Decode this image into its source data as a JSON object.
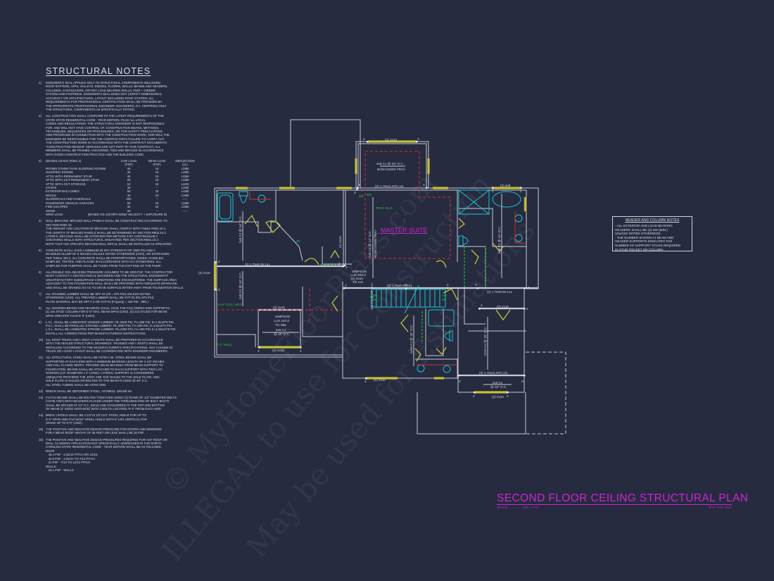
{
  "watermark": {
    "line1": "© MyHomeFloorPlans.com",
    "line2": "ILLEGAL to use for Construction",
    "line3": "May be used for Estimations"
  },
  "structural_notes": {
    "title": "STRUCTURAL NOTES",
    "notes": [
      {
        "num": "1)",
        "lines": [
          "ENGINEER'S SEAL APPLIES ONLY TO STRUCTURAL COMPONENTS INCLUDING",
          "ROOF RAFTERS, HIPS, VALLEYS, RIDGES, FLOORS, WALLS, BEAMS AND HEADERS,",
          "COLUMNS, CANTILEVERS, OFFSET LOAD BEARING WALLS, PIER + GIRDER",
          "SYSTEM AND FOOTINGS. ENGINEER'S SEAL DOES NOT CERTIFY DIMENSIONAL",
          "ACCURACY OR ARCHITECTURAL LAYOUT INCLUDING ROOF SYSTEM. ALL",
          "REQUIREMENTS FOR PROFESSIONAL CERTIFICATION SHALL BE PROVIDED BY",
          "THE APPROPRIATE PROFESSIONAL ENGINEER. ENGINEERS, P.A. CERTIFIES ONLY",
          "THE STRUCTURAL COMPONENTS AS SPECIFICALLY STATED."
        ]
      },
      {
        "num": "2)",
        "lines": [
          "ALL CONSTRUCTION SHALL CONFORM TO THE LATEST REQUIREMENTS OF THE",
          "STATE STATE RESIDENTIAL CODE - YEAR EDITION, PLUS ALL LOCAL",
          "CODES AND REGULATIONS. THE STRUCTURAL ENGINEER IS NOT RESPONSIBLE",
          "FOR, AND WILL NOT HAVE CONTROL OF, CONSTRUCTION MEANS, METHODS,",
          "TECHNIQUES, SEQUENCES OR PROCEDURES, OR FOR SAFETY PRECAUTIONS",
          "AND PROGRAMS IN CONNECTION WITH THE CONSTRUCTION WORK, NOR WILL THE",
          "ENGINEER BE RESPONSIBLE FOR THE CONTRACTOR'S FAILURE TO CARRY OUT",
          "THE CONSTRUCTION WORK IN ACCORDANCE WITH THE CONTRACT DOCUMENTS.",
          "\"CONSTRUCTION REVIEW\" SERVICES ARE NOT PART OF OUR CONTRACT. ALL",
          "MEMBERS SHALL BE FRAMED, ANCHORED, TIED AND BRACED IN ACCORDANCE",
          "WITH GOOD CONSTRUCTION PRACTICE AND THE BUILDING CODE."
        ]
      }
    ],
    "design_loads": {
      "num": "3)",
      "title": "DESIGN LOADS (R301.4)",
      "headers": [
        "LIVE LOAD",
        "DEAD LOAD",
        "DEFLECTION"
      ],
      "units": [
        "(PSF)",
        "(PSF)",
        "(LL)"
      ],
      "rows": [
        [
          "ROOMS OTHER THAN SLEEPING ROOMS",
          "40",
          "10",
          "L/360"
        ],
        [
          "SLEEPING ROOMS",
          "30",
          "10",
          "L/360"
        ],
        [
          "ATTIC WITH PERMANENT STAIR",
          "40",
          "10",
          "L/360"
        ],
        [
          "ATTIC WITH OUT PERMANENT STAIR",
          "20",
          "10",
          "L/360"
        ],
        [
          "ATTIC WITH OUT STORAGE",
          "10",
          "10",
          "L/240"
        ],
        [
          "STAIRS",
          "40",
          "--",
          "L/360"
        ],
        [
          "EXTERIOR BALCONIES",
          "60",
          "10",
          "L/360"
        ],
        [
          "DECKS",
          "40",
          "10",
          "L/360"
        ],
        [
          "GUARDRAILS AND HANDRAILS",
          "200",
          "--",
          "-----"
        ],
        [
          "PASSENGER VEHICLE GARAGES",
          "50",
          "10",
          "L/360"
        ],
        [
          "FIRE ESCAPES",
          "40",
          "10",
          "L/360"
        ],
        [
          "SNOW",
          "20",
          "--",
          "-----"
        ]
      ],
      "wind_label": "WIND LOAD",
      "wind_value": "(BASED ON 130 MPH WIND VELOCITY + EXPOSURE B)"
    },
    "notes_after": [
      {
        "num": "4)",
        "lines": [
          "WALL BRACING: BRACED WALL PANELS SHALL BE CONSTRUCTED ACCORDING TO",
          "SECTION R602.10.",
          "THE AMOUNT AND LOCATION OF BRACING SHALL COMPLY WITH TABLE R602.10.1.",
          "THE LENGTH OF BRACED PANELS SHALL BE DETERMINED BY SECTION R602.10.4.",
          "LATERAL BRACING SHALL BE SATISFIED PER METHOD 3 BY CONTINUOUSLY",
          "SHEATHING WALLS WITH STRUCTURAL SHEATHING PER SECTION R602.10.3.",
          "NOTE THAT ANY SPECIFIC BRACED WALL DETAIL SHALL BE INSTALLED AS SPECIFIED."
        ]
      },
      {
        "num": "5)",
        "lines": [
          "CONCRETE SHALL HAVE A MINIMUM 28 DAY STRENGTH OF 3000 PSI AND A",
          "MAXIMUM SLUMP OF 5 INCHES UNLESS NOTED OTHERWISE (UNO). AIR ENTRAINED",
          "PER TABLE 402.2. ALL CONCRETE SHALL BE PROPORTIONED, MIXED, HANDLED,",
          "SAMPLED, TESTED, AND PLACED IN ACCORDANCE WITH ACI STANDARDS. ALL",
          "SAMPLES FOR PUMPING SHALL BE TAKEN FROM THE EXIT END OF THE PUMP."
        ]
      },
      {
        "num": "6)",
        "lines": [
          "ALLOWABLE SOIL BEARING PRESSURE ASSUMED TO BE 2000 PSF. THE CONTRACTOR",
          "MUST CONTACT A GEOTECHNICAL ENGINEER AND THE STRUCTURAL ENGINEER IF",
          "UNSATISFACTORY SUBSURFACE CONDITIONS ARE ENCOUNTERED. THE SURFACE AREA",
          "ADJACENT TO THE FOUNDATION WALL SHALL BE PROVIDED WITH ADEQUATE DRAINAGE,",
          "AND SHALL BE GRADED SO AS TO DRAIN SURFACE WATER AWAY FROM FOUNDATION WALLS."
        ]
      },
      {
        "num": "7)",
        "lines": [
          "ALL FRAMING LUMBER SHALL BE SPF #2 (Fb = 875 PSI) UNLESS NOTED",
          "OTHERWISE (UNO). ALL TREATED LUMBER SHALL BE SYP #2 (Fb=975 PSI).",
          "PLATE MATERIAL MAY BE SPF # 3 OR SYP #3 (Fc(perp) = 425 PSI - MIN.)"
        ]
      },
      {
        "num": "8)",
        "lines": [
          "ALL WOODEN BEAMS AND HEADERS SHALL HAVE THE FOLLOWING END SUPPORTS:",
          "(1) 2x4 STUD COLUMN FOR 6'-0\" MAX. BEAM SPAN (UNO). (2) 2x4 STUDS FOR BEAM",
          "SPAN GREATER THAN 6'-0\" (UNO)."
        ]
      },
      {
        "num": "9)",
        "lines": [
          "L.V.L. SHALL BE LAMINATED VENEER LUMBER: Fb=2600 PSI, Fv=285 PSI, E=1.9x10^6 PSI.",
          "P.S.L. SHALL BE PARALLEL STRAND LUMBER: Fb=2900 PSI, Fv=290 PSI, E=2.0x10^6 PSI.",
          "L.S.L. SHALL BE LAMINATED STRAND LUMBER: Fb=2250 PSI, Fv=400 PSI, E=1.55x10^6 PSI.",
          "INSTALL ALL CONNECTIONS PER MANUFACTURERS INSTRUCTIONS."
        ]
      },
      {
        "num": "10)",
        "lines": [
          "ALL ROOF TRUSS AND I-JOIST LAYOUTS SHALL BE PREPARED IN ACCORDANCE",
          "WITH THE SEALED STRUCTURAL DRAWINGS. TRUSSES AND I-JOISTS SHALL BE",
          "INSTALLED ACCORDING TO THE MANUFACTURER'S SPECIFICATIONS. ANY CHANGE IN",
          "TRUSS OR I-JOIST LAYOUT SHALL BE COORDINATED WITH ENGINEER ENGINEERS."
        ]
      },
      {
        "num": "11)",
        "lines": [
          "ALL STRUCTURAL STEEL SHALL BE ASTM A-36. STEEL BEAMS SHALL BE",
          "SUPPORTED AT EACH END WITH A MINIMUM BEARING LENGTH OF 3 1/2\" INCHES",
          "AND FULL FLANGE WIDTH. PROVIDE SOLID BEARING FROM BEAM SUPPORT TO",
          "FOUNDATION. BEAMS SHALL BE ATTACHED TO EACH SUPPORT WITH TWO LAG",
          "SCREWS (1/2\" DIAMETER x 4\" LONG). LATERAL SUPPORT IS CONSIDERED",
          "ADEQUATE PROVIDED THE JOIST ARE TOE NAILED TO THE SOLE PLATE, AND",
          "SOLE PLATE IS NAILED OR BOLTED TO THE BEAM FLANGE @ 48\" O.C..",
          "ALL STEEL TUBING SHALL BE ASTM A500."
        ]
      },
      {
        "num": "12)",
        "lines": [
          "REBAR SHALL BE DEFORMED STEEL, ASTM615, GRADE 60."
        ]
      },
      {
        "num": "13)",
        "lines": [
          "FLITCH BEAMS SHALL BE BOLTED TOGETHER USING (2) ROWS OF 1/2\" DIAMETER BOLTS",
          "(ASTM A307) WITH WASHERS PLACED UNDER THE THREADED END OF BOLT. BOLTS",
          "SHALL BE SPACED AT 24\" O.C. (MAX) AND STAGGERED AT THE TOP AND BOTTOM",
          "OF BEAM (2\" EDGE DISTANCE) WITH 2 BOLTS LOCATED AT 6\" FROM EACH END."
        ]
      },
      {
        "num": "14)",
        "lines": [
          "BRICK LINTELS SHALL BE 3 1/2\"x3 1/2\"x1/4\" STEEL ANGLE FOR UP TO",
          "6'-0\" SPAN AND 6\"x4\"x5/16\" STEEL ANGLE WITH 6\" LEG VERTICAL FOR",
          "SPANS UP TO 9'-0\" (UNO)."
        ]
      },
      {
        "num": "15)",
        "lines": [
          "THE POSITIVE AND NEGATIVE DESIGN PRESSURE FOR DOORS AND WINDOWS",
          "FOR A MEAN ROOF HEIGHT OF 35 FEET OR LESS SHALL BE 25 PSF."
        ]
      },
      {
        "num": "16)",
        "lines": [
          "THE POSITIVE AND NEGATIVE DESIGN PRESSURES REQUIRED FOR ANY ROOF OR",
          "WALL CLADDING APPLICATION NOT SPECIFICALLY ADDRESSED IN THE NORTH",
          "CAROLINA STATE RESIDENTIAL CODE - YEAR EDITION SHALL BE AS FOLLOWS:",
          "ROOF:",
          "   45.4 PSF - 2.25/12 PITCH OR LESS",
          "   34.8 PSF - 2.25/12 TO 7/12 PITCH",
          "   21 PSF - 7/12 TO 12/12 PITCH",
          "WALLS:",
          "   24.1 PSF - WALLS"
        ]
      }
    ]
  },
  "header_column_notes": {
    "title": "HEADER AND COLUMN NOTES",
    "lines": [
      "- ALL EXTERIOR AND LOAD BEARING",
      "HEADERS SHALL BE (2) 2x8 (MIN.)",
      "UNLESS NOTED OTHERWISE.",
      "- THE NUMBER SHOWN AT BEAM AND",
      "HEADER SUPPORTS INDICATES THE",
      "NUMBER OF SUPPORT STUDS REQUIRED",
      "IN STUD POCKET OR COLUMN."
    ]
  },
  "title_block": {
    "title": "SECOND FLOOR CEILING STRUCTURAL PLAN",
    "scale_label": "SCALE:",
    "scale_value": "1/4\" = 1'-0\"",
    "ceiling_height": "9'-0\" CLG. HGT."
  },
  "plan": {
    "room_label": "MASTER SUITE",
    "labels": {
      "tray_header": "(2) 2x10",
      "tray_cj": "2x8 CJ @ 16\" O.C.",
      "tray_box": "BOW DOWN TRAY",
      "tray_lvl": "(2) 1.75x11.875 LVL",
      "bath_header": "(2) 2x8",
      "tray_clg": "TRAY CLG.",
      "tray_clg_2": "CLG.",
      "h_8_4": "8/4",
      "h_5_0": "5/0",
      "master_cj": "2x8 CJ @ 12\" O.C.",
      "master_box": "BOW DOWN TRAY",
      "left_cj_top": "2x8 CJ @ 16\" O.C.",
      "mid_header_v": "(2) 2x10",
      "left_lvl": "(2) 1.75x9.25 LVL",
      "left_window": "(2) 2x10",
      "left_cj_bottom": "2x8 CJ @ 16\" O.C.",
      "clg_hgt": "9'-0\" CLG. HGT.",
      "stair_header": "(2) 2x10",
      "simpson_1": "SIMPSON",
      "simpson_1b": "LUS 210-2",
      "simpson_1c": "TO DBL",
      "stair_cj": "2x6 CJ",
      "stair_cj_b": "@ 16\" O.C.",
      "wall_4_1": "4'-1\" WALL",
      "lower_window": "(2) 2x10",
      "simpson_2": "SIMPSON",
      "simpson_2b": "LUS 210-2",
      "simpson_2c": "(2) 2x10",
      "simpson_2d": "TO LVL",
      "center_lvl": "(2) 1.75x9.25 LVL",
      "dn": "DN",
      "dn_r": "8R",
      "up": "UP",
      "up_r": "8R",
      "right_lvl": "(2) 1.75x9.25 LVL",
      "right_2x10": "(2) 2x10",
      "bath_cj": "2x8 CJ @ 16\" O.C.",
      "hall_cj": "2x8 CJ @ 16\" O.C.",
      "bed2_cj": "2x10 CJ @ 16\" O.C.",
      "bed3_cj": "2x10 CJ @ 16\" O.C.",
      "bottom_window_1": "(2) 2x10",
      "bed3_lvl": "(2) 1.75x11.875 LVL",
      "porch_cj": "2x8 CJ",
      "porch_cj_b": "@ 16\" O.C.",
      "bottom_window_2": "(2) 2x10",
      "angle": "45°"
    },
    "post_labels": [
      "2",
      "2",
      "3",
      "3",
      "3",
      "2",
      "2",
      "2",
      "2",
      "2",
      "2",
      "2",
      "3",
      "2",
      "3",
      "2",
      "2",
      "2",
      "2",
      "3",
      "3",
      "2",
      "2",
      "2",
      "2"
    ]
  },
  "colors": {
    "background": "#262b40",
    "walls": "#c9cad3",
    "headers": "#c6c43c",
    "fixtures": "#1fc3d4",
    "tray_dashed": "#d23030",
    "green_notes": "#26d03c",
    "title": "#d024d0"
  }
}
